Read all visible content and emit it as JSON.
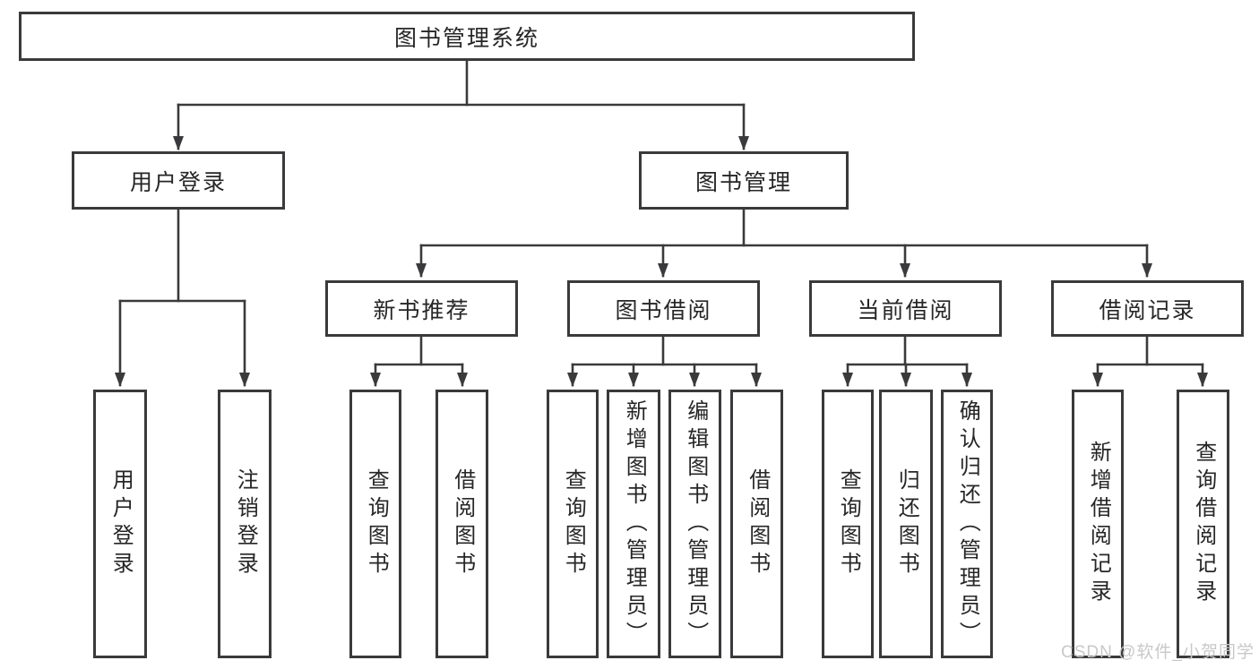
{
  "diagram": {
    "root": {
      "label": "图书管理系统"
    },
    "level2": {
      "user_login": "用户登录",
      "book_management": "图书管理"
    },
    "level3": {
      "new_book_recommend": "新书推荐",
      "book_borrow": "图书借阅",
      "current_borrow": "当前借阅",
      "borrow_records": "借阅记录"
    },
    "leaves": {
      "user_login": [
        "用户登录",
        "注销登录"
      ],
      "new_book_recommend": [
        "查询图书",
        "借阅图书"
      ],
      "book_borrow": [
        "查询图书",
        "新增图书（管理员）",
        "编辑图书（管理员）",
        "借阅图书"
      ],
      "current_borrow": [
        "查询图书",
        "归还图书",
        "确认归还（管理员）"
      ],
      "borrow_records": [
        "新增借阅记录",
        "查询借阅记录"
      ]
    }
  },
  "watermark": {
    "text": "CSDN @软件_小贺同学"
  },
  "colors": {
    "line": "#3a3a3c",
    "text": "#262626",
    "background": "#ffffff",
    "watermark": "#c8c8c8"
  }
}
